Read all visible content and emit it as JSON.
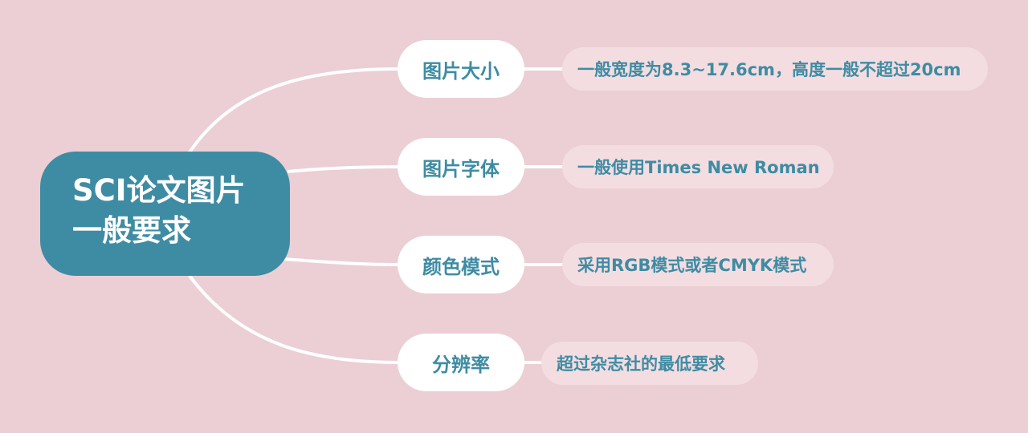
{
  "colors": {
    "background": "#ebcfd4",
    "root_fill": "#3e8ca3",
    "root_text": "#ffffff",
    "branch_fill": "#ffffff",
    "branch_text": "#3e8ca3",
    "detail_fill": "#f4dde1",
    "detail_text": "#3e8ca3",
    "connector": "#ffffff"
  },
  "root": {
    "line1": "SCI论文图片",
    "line2": "一般要求"
  },
  "branches": [
    {
      "label": "图片大小",
      "detail": "一般宽度为8.3~17.6cm，高度一般不超过20cm"
    },
    {
      "label": "图片字体",
      "detail": "一般使用Times New Roman"
    },
    {
      "label": "颜色模式",
      "detail": "采用RGB模式或者CMYK模式"
    },
    {
      "label": "分辨率",
      "detail": "超过杂志社的最低要求"
    }
  ]
}
